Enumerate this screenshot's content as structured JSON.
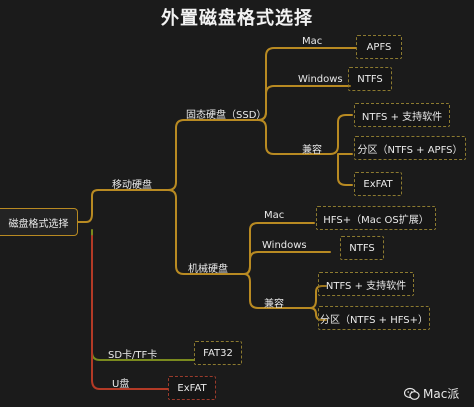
{
  "title": "外置磁盘格式选择",
  "root": "磁盘格式选择",
  "nodes": {
    "mobile": "移动硬盘",
    "ssd": "固态硬盘（SSD）",
    "hdd": "机械硬盘",
    "sdcard": "SD卡/TF卡",
    "udisk": "U盘",
    "ssd_mac": "Mac",
    "ssd_windows": "Windows",
    "ssd_compat": "兼容",
    "hdd_mac": "Mac",
    "hdd_windows": "Windows",
    "hdd_compat": "兼容"
  },
  "leaves": {
    "ssd_mac_apfs": "APFS",
    "ssd_win_ntfs": "NTFS",
    "ssd_compat_ntfs_sw": "NTFS + 支持软件",
    "ssd_compat_partition": "分区（NTFS + APFS）",
    "ssd_compat_exfat": "ExFAT",
    "hdd_mac_hfs": "HFS+（Mac OS扩展）",
    "hdd_win_ntfs": "NTFS",
    "hdd_compat_ntfs_sw": "NTFS + 支持软件",
    "hdd_compat_partition": "分区（NTFS + HFS+）",
    "sd_fat32": "FAT32",
    "udisk_exfat": "ExFAT"
  },
  "watermark": "Mac派",
  "colors": {
    "branch_main": "#b88a22",
    "branch_green": "#7a8a1e",
    "branch_red": "#b33a26",
    "leaf_border": "#8c7a30",
    "background": "#1b1b1b"
  }
}
